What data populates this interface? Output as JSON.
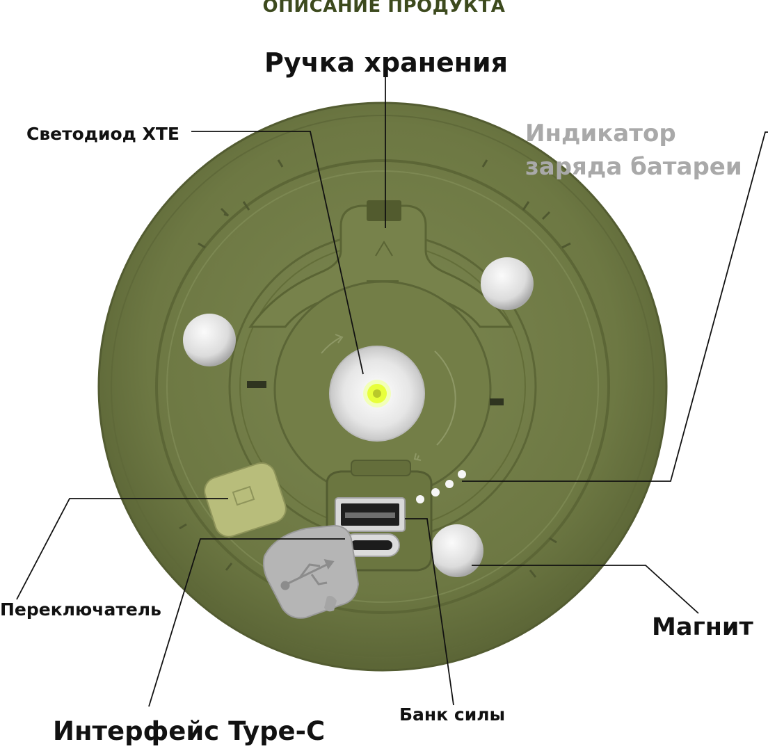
{
  "header": {
    "title": "ОПИСАНИЕ ПРОДУКТА"
  },
  "labels": {
    "handle": "Ручка хранения",
    "led": "Светодиод XTE",
    "battery_line1": "Индикатор",
    "battery_line2": "заряда батареи",
    "switch": "Переключатель",
    "magnet": "Магнит",
    "power_bank": "Банк силы",
    "type_c": "Интерфейс Type-C"
  },
  "colors": {
    "body": "#6f7944",
    "body_dark": "#5a6335",
    "body_light": "#7d8850",
    "magnet": "#e2e2e2",
    "switch_button": "#b9be7c",
    "usb_cover": "#b3b3b3",
    "led_yellow": "#e8ff3a",
    "leader_line": "#111111"
  },
  "icons": [
    "usb-icon",
    "rotation-arrow-icon",
    "triangle-mark-icon"
  ]
}
